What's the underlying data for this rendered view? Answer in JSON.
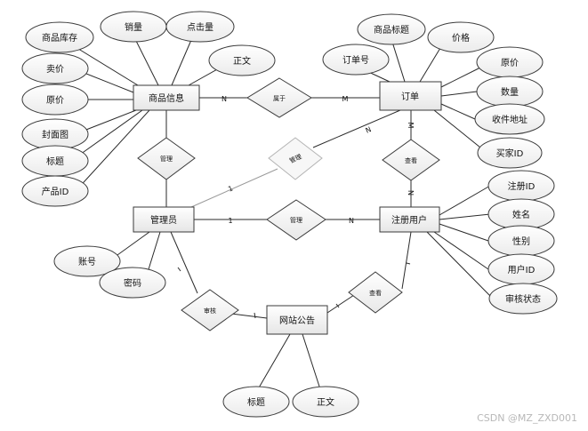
{
  "entities": {
    "product": "商品信息",
    "order": "订单",
    "admin": "管理员",
    "user": "注册用户",
    "notice": "网站公告"
  },
  "attributes": {
    "product": [
      "商品库存",
      "销量",
      "点击量",
      "正文",
      "卖价",
      "原价",
      "封面图",
      "标题",
      "产品ID"
    ],
    "order": [
      "商品标题",
      "价格",
      "订单号",
      "原价",
      "数量",
      "收件地址",
      "买家ID"
    ],
    "admin": [
      "账号",
      "密码"
    ],
    "user": [
      "注册ID",
      "姓名",
      "性别",
      "用户ID",
      "审核状态"
    ],
    "notice": [
      "标题",
      "正文"
    ]
  },
  "relations": {
    "belongs": "属于",
    "manage_product": "管理",
    "manage_order": "管理",
    "view_order": "查看",
    "manage_user": "管理",
    "review": "审核",
    "view_notice": "查看"
  },
  "cardinalities": {
    "belongs_product": "N",
    "belongs_order": "M",
    "admin_order_admin": "1",
    "admin_order_order": "N",
    "view_order_order": "M",
    "view_order_user": "N",
    "manage_user_admin": "1",
    "manage_user_user": "N"
  },
  "watermark": "CSDN @MZ_ZXD001"
}
